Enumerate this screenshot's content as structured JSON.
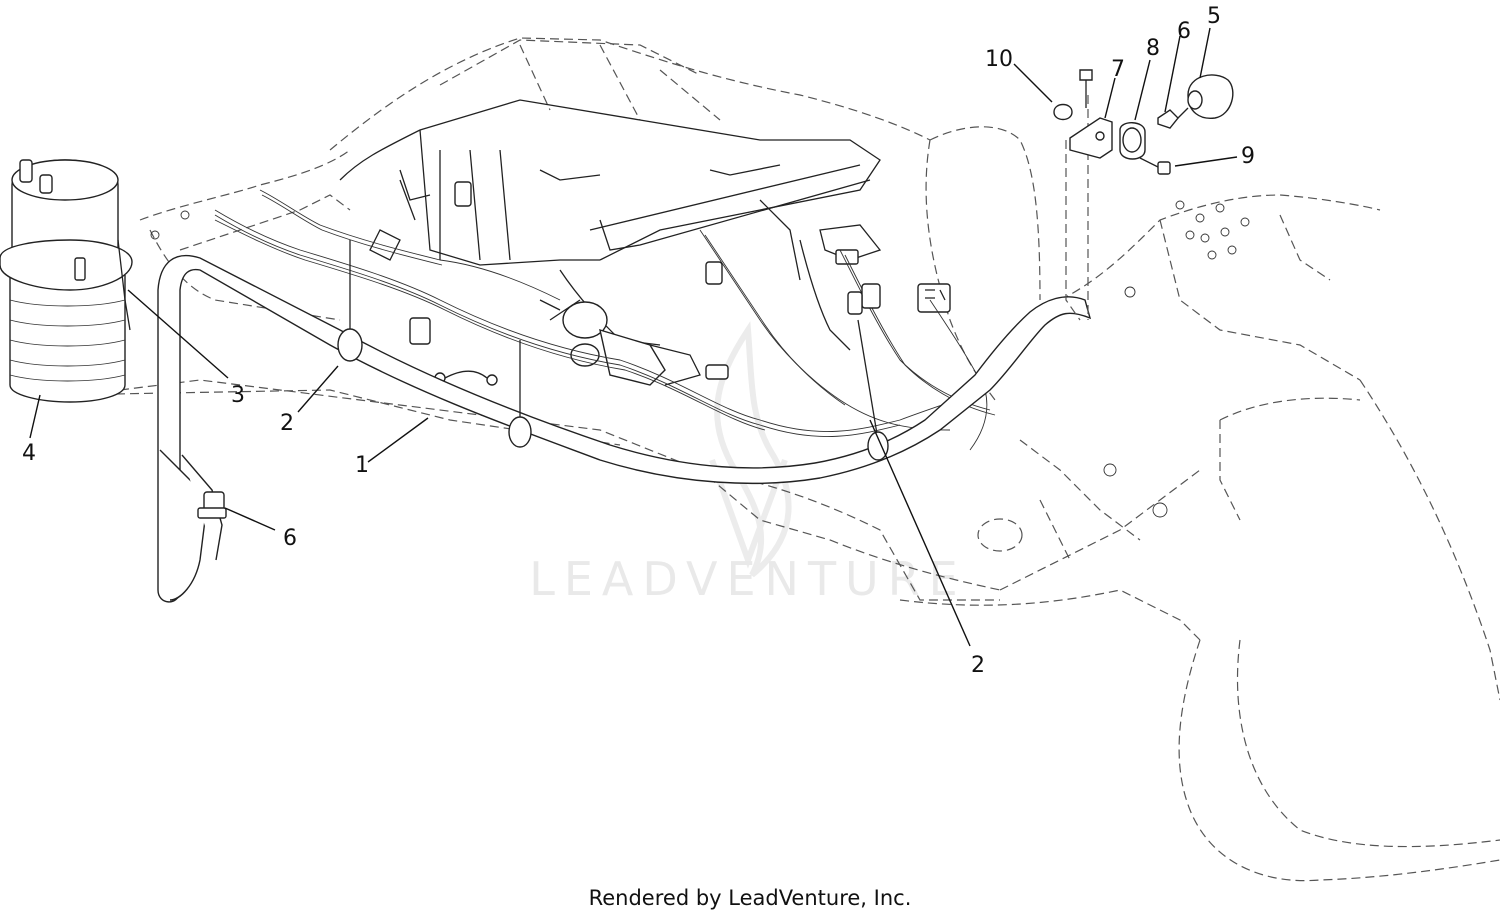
{
  "diagram": {
    "watermark": "LEADVENTURE",
    "footer": "Rendered by LeadVenture, Inc.",
    "callouts": [
      "1",
      "2",
      "2",
      "3",
      "4",
      "5",
      "6",
      "6",
      "7",
      "8",
      "9",
      "10"
    ]
  }
}
